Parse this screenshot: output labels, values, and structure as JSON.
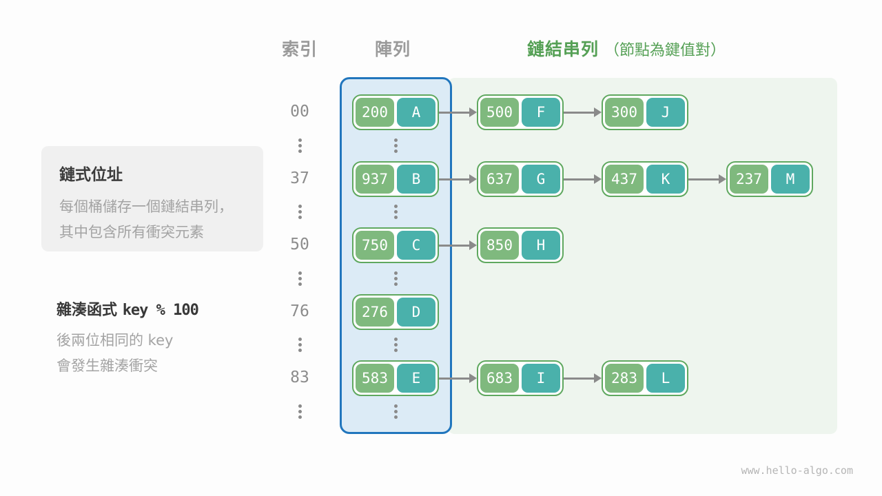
{
  "headers": {
    "index": "索引",
    "array": "陣列",
    "linked_list": "鏈結串列",
    "linked_list_note": "（節點為鍵值對）"
  },
  "info_box": {
    "title": "鏈式位址",
    "line1": "每個桶儲存一個鏈結串列，",
    "line2": "其中包含所有衝突元素"
  },
  "hash_note": {
    "title_cjk": "雜湊函式",
    "title_code": "key % 100",
    "line1": "後兩位相同的 key",
    "line2": "會發生雜湊衝突"
  },
  "diagram": {
    "rows": [
      {
        "index": "00",
        "nodes": [
          {
            "key": "200",
            "value": "A"
          },
          {
            "key": "500",
            "value": "F"
          },
          {
            "key": "300",
            "value": "J"
          }
        ]
      },
      {
        "index": "37",
        "nodes": [
          {
            "key": "937",
            "value": "B"
          },
          {
            "key": "637",
            "value": "G"
          },
          {
            "key": "437",
            "value": "K"
          },
          {
            "key": "237",
            "value": "M"
          }
        ]
      },
      {
        "index": "50",
        "nodes": [
          {
            "key": "750",
            "value": "C"
          },
          {
            "key": "850",
            "value": "H"
          }
        ]
      },
      {
        "index": "76",
        "nodes": [
          {
            "key": "276",
            "value": "D"
          }
        ]
      },
      {
        "index": "83",
        "nodes": [
          {
            "key": "583",
            "value": "E"
          },
          {
            "key": "683",
            "value": "I"
          },
          {
            "key": "283",
            "value": "L"
          }
        ]
      }
    ]
  },
  "colors": {
    "key_cell": "#7fb97e",
    "value_cell": "#4ab1ab",
    "node_border": "#5fa85f",
    "array_border": "#2176bd",
    "array_fill": "#dcebf6",
    "list_panel_fill": "#eef5ee",
    "header_gray": "#9a9a9a",
    "header_green": "#55a055",
    "arrow_gray": "#8a8a8a"
  },
  "watermark": "www.hello-algo.com"
}
